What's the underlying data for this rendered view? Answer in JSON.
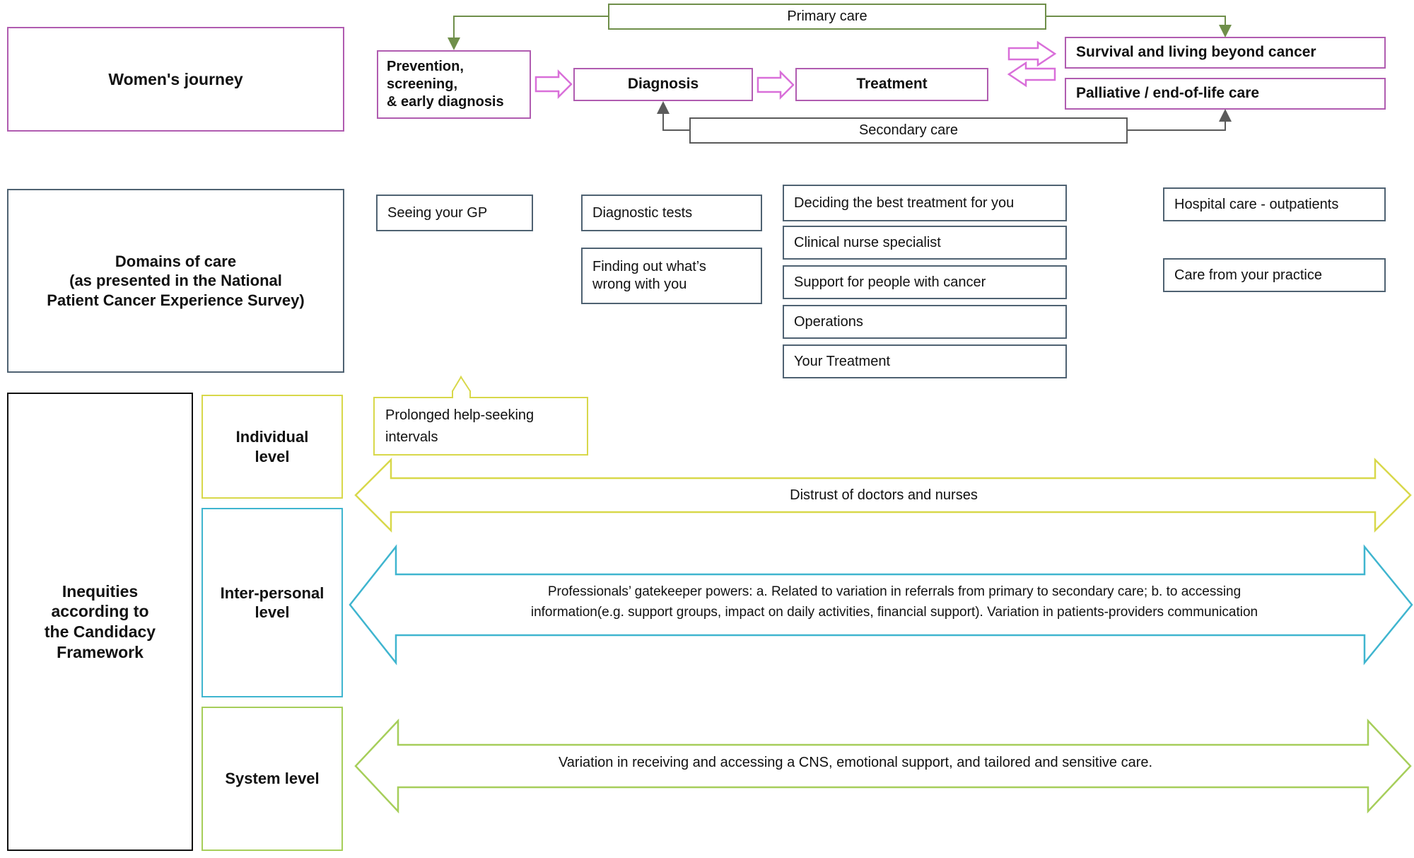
{
  "rows": {
    "journey": {
      "label": "Women's journey",
      "stages": [
        {
          "id": "prevention",
          "label": "Prevention,\nscreening,\n& early diagnosis"
        },
        {
          "id": "diagnosis",
          "label": "Diagnosis"
        },
        {
          "id": "treatment",
          "label": "Treatment"
        },
        {
          "id": "survival",
          "label": "Survival and living beyond cancer"
        },
        {
          "id": "palliative",
          "label": "Palliative / end-of-life care"
        }
      ],
      "care_bands": [
        {
          "id": "primary-care",
          "label": "Primary care"
        },
        {
          "id": "secondary-care",
          "label": "Secondary care"
        }
      ]
    },
    "domains": {
      "label": "Domains of care\n(as presented in the National\nPatient  Cancer Experience Survey)",
      "label_lines": [
        "Domains of care",
        "(as presented in the National",
        "Patient  Cancer Experience Survey)"
      ],
      "columns": [
        {
          "id": "gp-column",
          "items": [
            "Seeing your GP"
          ]
        },
        {
          "id": "diagnosis-column",
          "items": [
            "Diagnostic tests",
            "Finding out what’s\nwrong with you"
          ]
        },
        {
          "id": "treatment-column",
          "items": [
            "Deciding the best treatment for you",
            "Clinical nurse specialist",
            "Support for people with cancer",
            "Operations",
            "Your Treatment"
          ]
        },
        {
          "id": "aftercare-column",
          "items": [
            "Hospital care - outpatients",
            "Care from your practice"
          ]
        }
      ]
    },
    "inequities": {
      "label_lines": [
        "Inequities",
        "according to",
        "the Candidacy",
        "Framework"
      ],
      "levels": [
        {
          "id": "individual",
          "label": "Individual\nlevel",
          "label_lines": [
            "Individual",
            "level"
          ],
          "color": "#d8d84a",
          "callout": "Prolonged help-seeking\nintervals",
          "callout_lines": [
            "Prolonged help-seeking",
            "intervals"
          ],
          "arrow_text": "Distrust of doctors and nurses",
          "arrow_lines": [
            "Distrust of doctors and nurses"
          ]
        },
        {
          "id": "inter-personal",
          "label": "Inter-personal\nlevel",
          "label_lines": [
            "Inter-personal",
            "level"
          ],
          "color": "#3fb5cf",
          "arrow_text": "Professionals’ gatekeeper powers: a. Related to  variation in referrals from primary to secondary care; b. to accessing information(e.g. support groups, impact on daily activities, financial support). Variation in patients-providers communication",
          "arrow_lines": [
            "Professionals’ gatekeeper powers: a. Related to  variation in referrals from primary to secondary care; b. to accessing",
            "information(e.g. support groups, impact on daily activities, financial support). Variation in patients-providers communication"
          ]
        },
        {
          "id": "system",
          "label": "System level",
          "label_lines": [
            "System level"
          ],
          "color": "#a6ce5a",
          "arrow_text": "Variation in receiving and accessing a CNS, emotional support, and  tailored and sensitive care.",
          "arrow_lines": [
            "Variation in receiving and accessing a CNS, emotional support, and  tailored and sensitive care."
          ]
        }
      ]
    }
  },
  "colors": {
    "purple": "#b05cb0",
    "magenta": "#d96fd9",
    "slate": "#4f6272",
    "olive_green": "#6f8f4a",
    "gray": "#5a5a5a",
    "yellow": "#d8d84a",
    "teal": "#3fb5cf",
    "light_green": "#a6ce5a",
    "black": "#111111"
  }
}
